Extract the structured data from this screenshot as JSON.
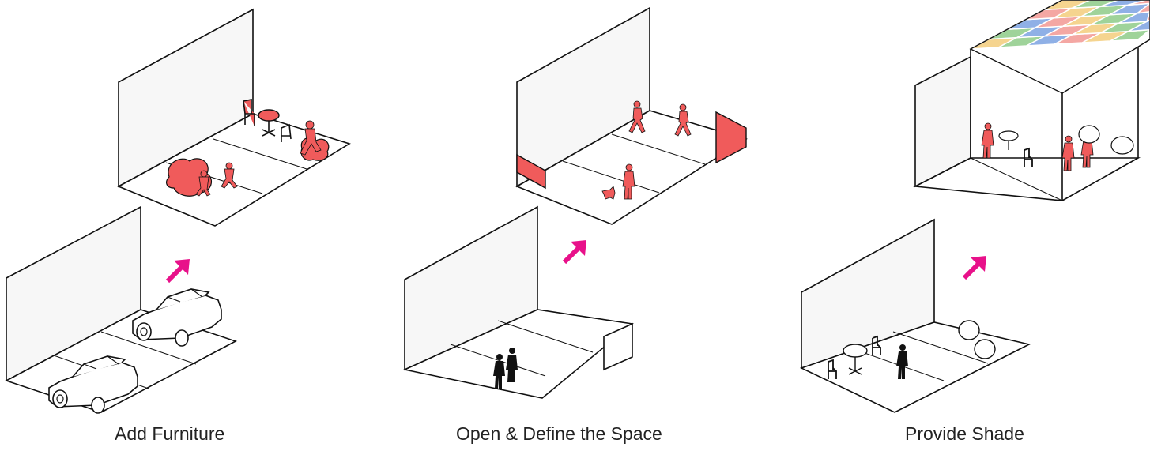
{
  "panels": [
    {
      "caption": "Add Furniture"
    },
    {
      "caption": "Open & Define the Space"
    },
    {
      "caption": "Provide Shade"
    }
  ],
  "colors": {
    "accent_arrow": "#e8118a",
    "highlight": "#f05b5b",
    "wall_fill": "#f7f7f7",
    "line": "#111111"
  },
  "canopy_colors": [
    "#f5d48f",
    "#9fd39a",
    "#8fb0e6",
    "#f4a7a3"
  ],
  "icons": {
    "arrow": "diagonal-arrow-icon",
    "car": "car-icon",
    "person": "person-icon",
    "chair": "chair-icon",
    "table": "table-icon",
    "seat": "bean-bag-icon"
  }
}
